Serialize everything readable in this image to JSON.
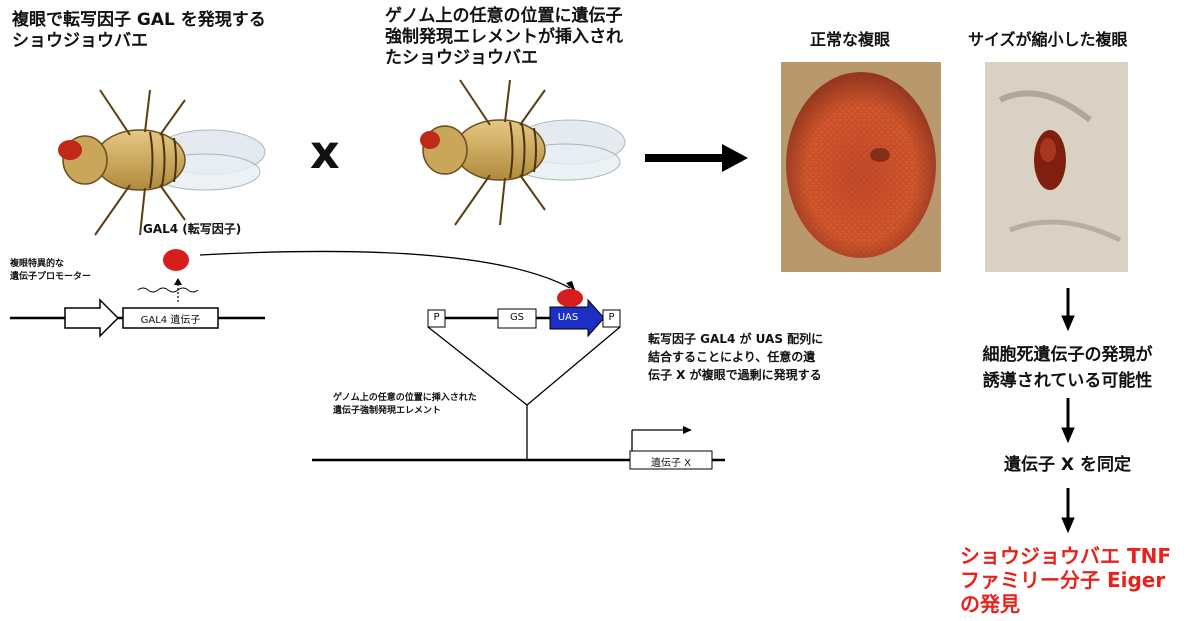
{
  "top_left_title": [
    "複眼で転写因子 GAL を発現する",
    "ショウジョウバエ"
  ],
  "top_mid_title": [
    "ゲノム上の任意の位置に遺伝子",
    "強制発現エレメントが挿入され",
    "たショウジョウバエ"
  ],
  "cross_symbol": "x",
  "eye_normal_caption": "正常な複眼",
  "eye_small_caption": "サイズが縮小した複眼",
  "gal4_label": "GAL4 (転写因子)",
  "promoter_label": [
    "複眼特異的な",
    "遺伝子プロモーター"
  ],
  "gal4_gene_label": "GAL4 遺伝子",
  "element": {
    "p_left": "P",
    "gs": "GS",
    "uas": "UAS",
    "p_right": "P"
  },
  "element_desc": [
    "ゲノム上の任意の位置に挿入された",
    "遺伝子強制発現エレメント"
  ],
  "mechanism_text": [
    "転写因子 GAL4 が UAS 配列に",
    "結合することにより、任意の遺",
    "伝子 X が複眼で過剰に発現する"
  ],
  "gene_x_label": "遺伝子 X",
  "steps": [
    "細胞死遺伝子の発現が",
    "誘導されている可能性",
    "遺伝子 X を同定"
  ],
  "result": [
    "ショウジョウバエ TNF",
    "ファミリー分子 Eiger",
    "の発見"
  ],
  "colors": {
    "gal4_red": "#d81d1d",
    "uas_blue": "#1b2fc4",
    "result_red": "#e8221a"
  }
}
